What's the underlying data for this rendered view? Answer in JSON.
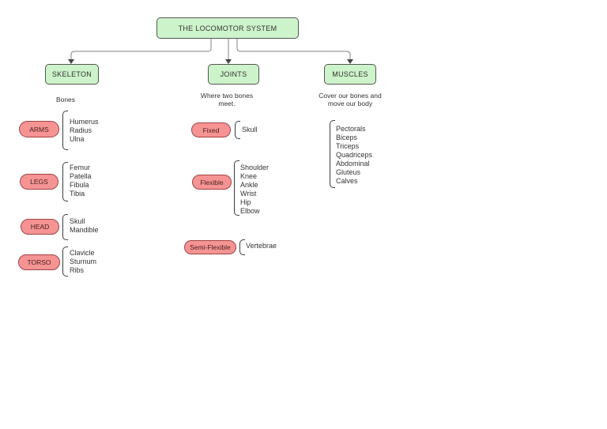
{
  "title": {
    "label": "THE LOCOMOTOR SYSTEM"
  },
  "skeleton": {
    "label": "SKELETON",
    "note": "Bones",
    "groups": [
      {
        "label": "ARMS",
        "items": [
          "Humerus",
          "Radius",
          "Ulna"
        ]
      },
      {
        "label": "LEGS",
        "items": [
          "Femur",
          "Patella",
          "Fibula",
          "Tibia"
        ]
      },
      {
        "label": "HEAD",
        "items": [
          "Skull",
          "Mandible"
        ]
      },
      {
        "label": "TORSO",
        "items": [
          "Clavicle",
          "Sturnum",
          "Ribs"
        ]
      }
    ]
  },
  "joints": {
    "label": "JOINTS",
    "note_lines": [
      "Where two bones",
      "meet."
    ],
    "groups": [
      {
        "label": "Fixed",
        "items": [
          "Skull"
        ]
      },
      {
        "label": "Flexible",
        "items": [
          "Shoulder",
          "Knee",
          "Ankle",
          "Wrist",
          "Hip",
          "Elbow"
        ]
      },
      {
        "label": "Semi-Flexible",
        "items": [
          "Vertebrae"
        ]
      }
    ]
  },
  "muscles": {
    "label": "MUSCLES",
    "note_lines": [
      "Cover our bones and",
      "move our body"
    ],
    "items": [
      "Pectorals",
      "Biceps",
      "Triceps",
      "Quadriceps",
      "Abdominal",
      "Gluteus",
      "Calves"
    ]
  },
  "colors": {
    "node_green": "#cdf3ca",
    "node_green_border": "#555555",
    "oval_pink": "#f69393",
    "oval_pink_border": "#a04545",
    "connector": "#9a9a9a",
    "arrow": "#444444",
    "bracket": "#3d3d3d",
    "text": "#333333"
  }
}
